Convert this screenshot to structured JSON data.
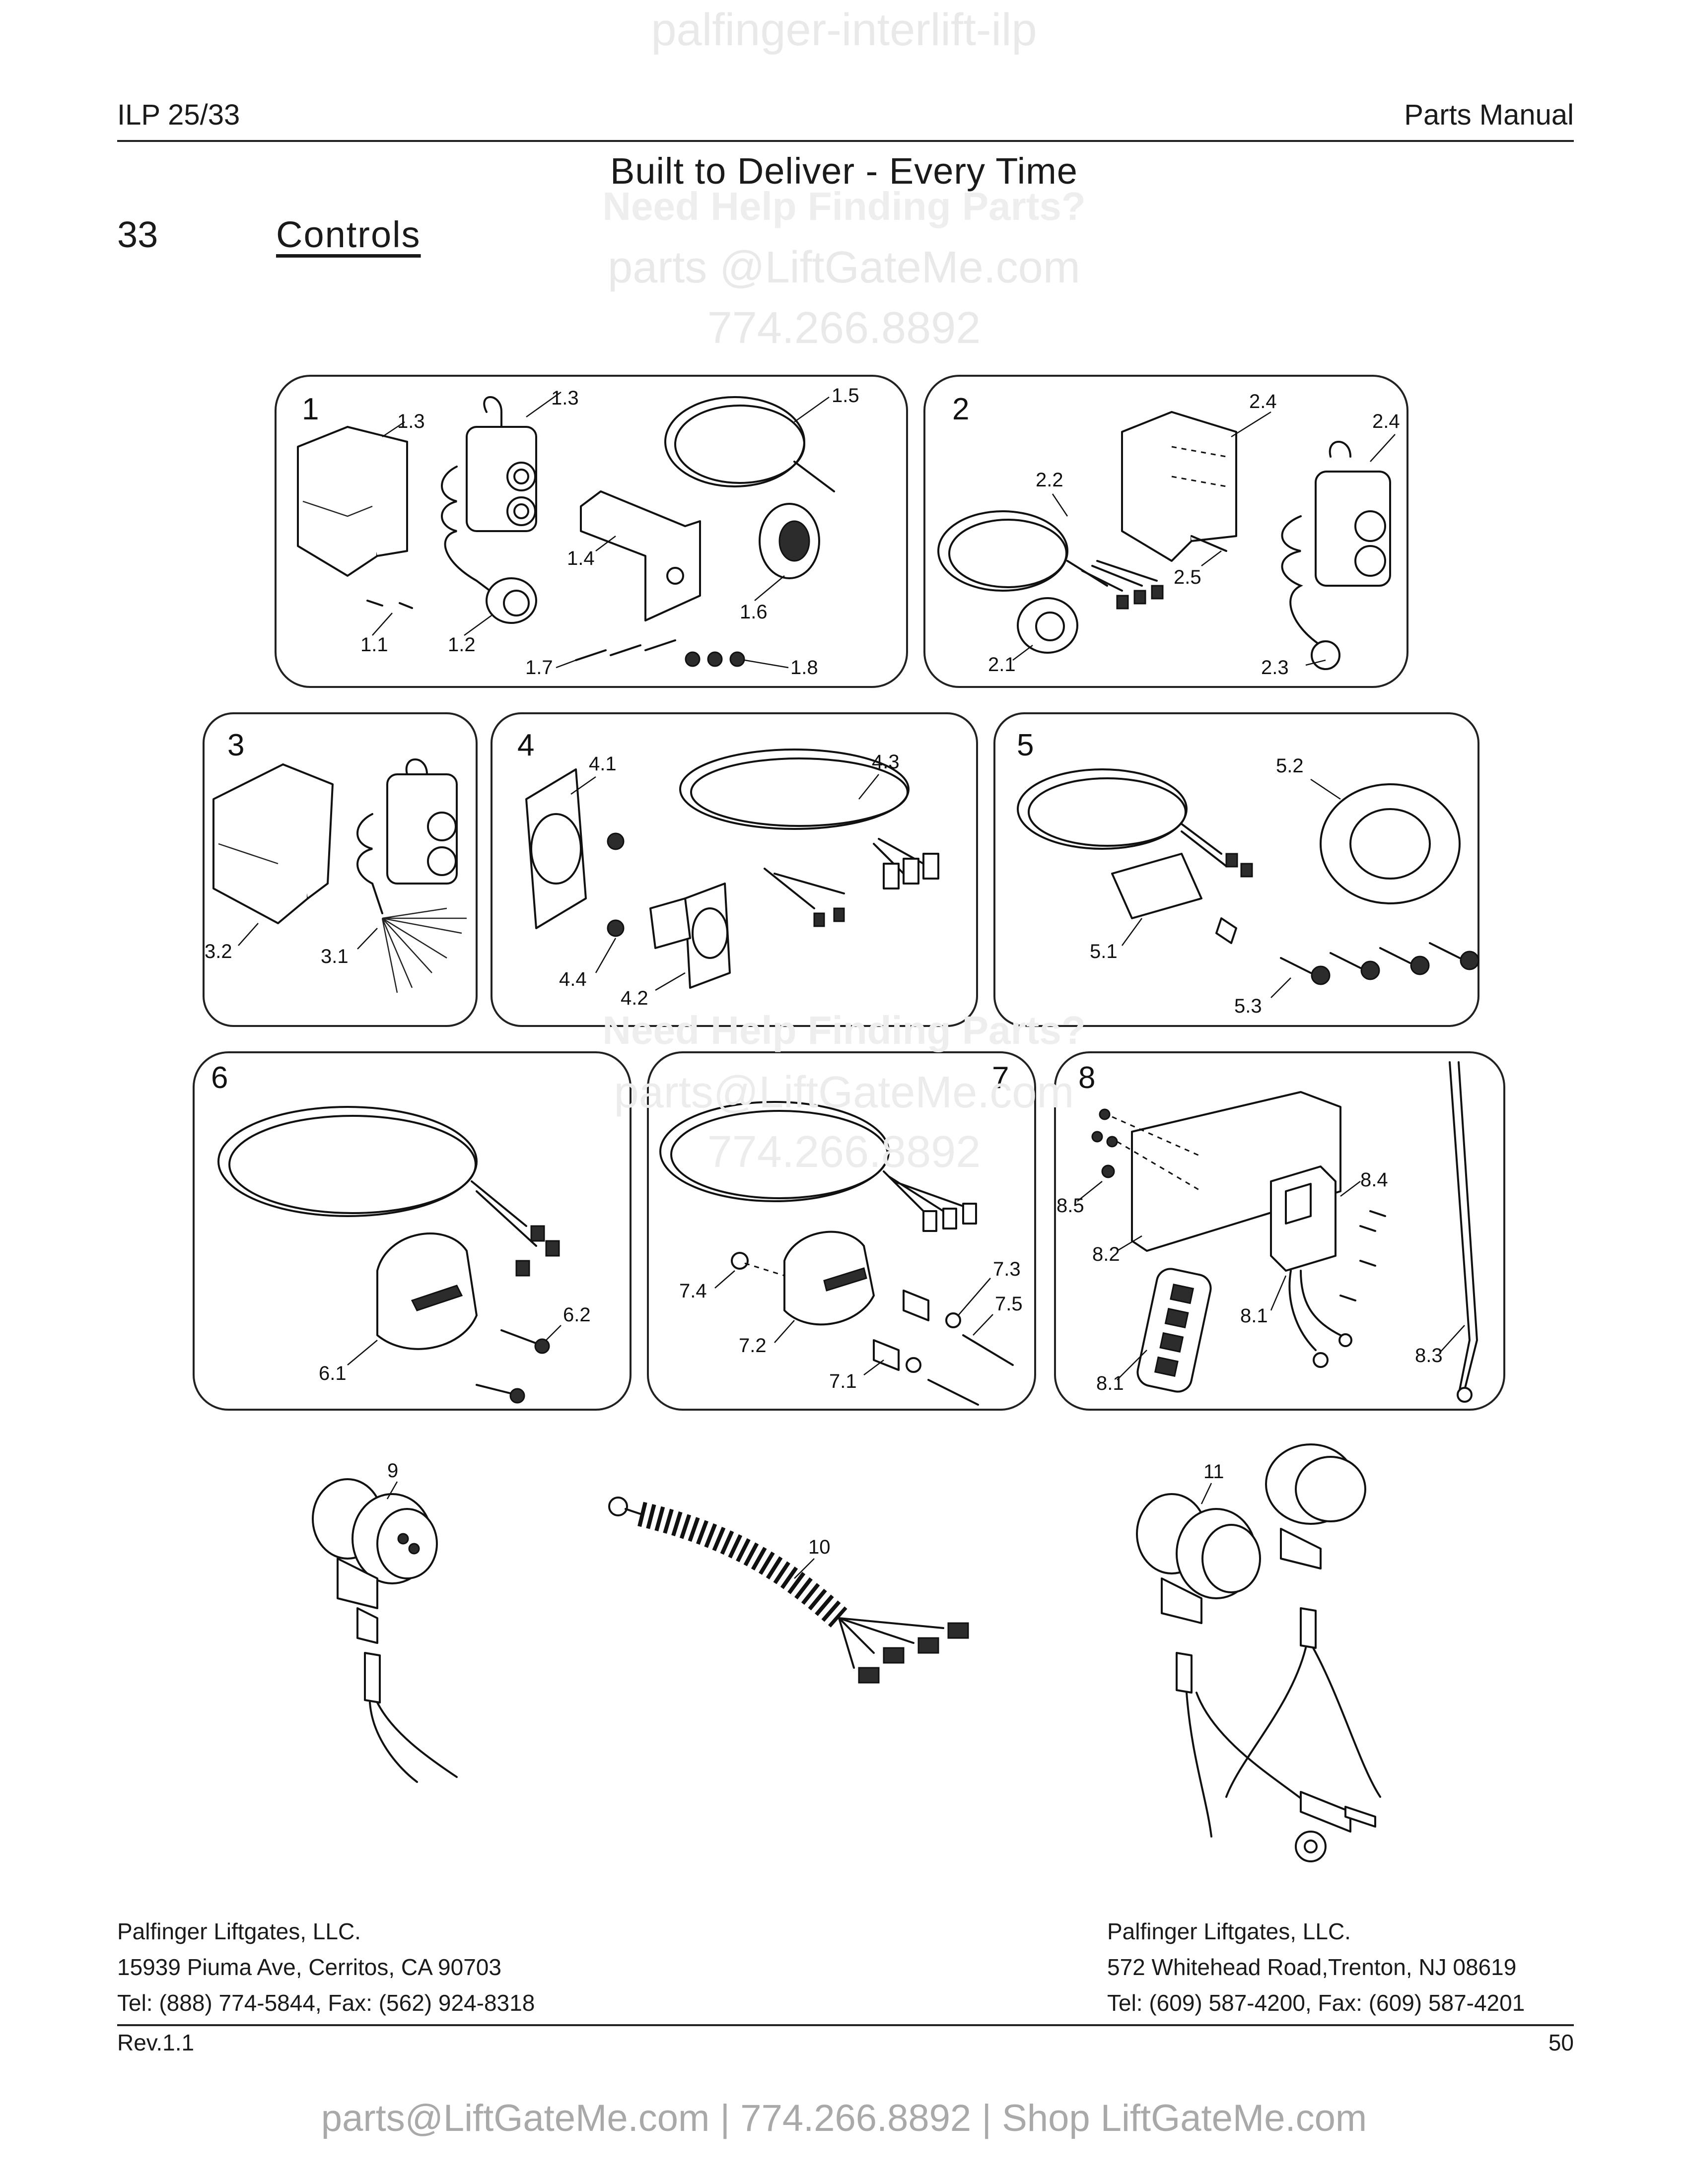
{
  "watermarks": {
    "top": "palfinger-interlift-ilp",
    "need_help": "Need Help Finding Parts?",
    "email": "parts @LiftGateMe.com",
    "phone": "774.266.8892",
    "need_help_2": "Need Help Finding Parts?",
    "email_2": "parts@LiftGateMe.com",
    "phone_2": "774.266.8892"
  },
  "header": {
    "left": "ILP 25/33",
    "right": "Parts Manual",
    "title": "Built to Deliver - Every Time"
  },
  "section": {
    "number": "33",
    "name": "Controls"
  },
  "diagram": {
    "panels": [
      {
        "number": "1",
        "callouts": [
          "1.1",
          "1.2",
          "1.3",
          "1.3",
          "1.4",
          "1.5",
          "1.6",
          "1.7",
          "1.8"
        ]
      },
      {
        "number": "2",
        "callouts": [
          "2.1",
          "2.2",
          "2.3",
          "2.4",
          "2.4",
          "2.5"
        ]
      },
      {
        "number": "3",
        "callouts": [
          "3.1",
          "3.2"
        ]
      },
      {
        "number": "4",
        "callouts": [
          "4.1",
          "4.2",
          "4.3",
          "4.4"
        ]
      },
      {
        "number": "5",
        "callouts": [
          "5.1",
          "5.2",
          "5.3"
        ]
      },
      {
        "number": "6",
        "callouts": [
          "6.1",
          "6.2"
        ]
      },
      {
        "number": "7",
        "callouts": [
          "7.1",
          "7.2",
          "7.3",
          "7.4",
          "7.5"
        ]
      },
      {
        "number": "8",
        "callouts": [
          "8.1",
          "8.1",
          "8.2",
          "8.3",
          "8.4",
          "8.5"
        ]
      }
    ],
    "loose_parts": [
      "9",
      "10",
      "11"
    ]
  },
  "footer": {
    "left": [
      "Palfinger Liftgates, LLC.",
      "15939 Piuma Ave, Cerritos, CA 90703",
      "Tel: (888) 774-5844, Fax: (562) 924-8318"
    ],
    "right": [
      "Palfinger Liftgates, LLC.",
      "572 Whitehead Road,Trenton, NJ 08619",
      "Tel: (609) 587-4200, Fax: (609) 587-4201"
    ],
    "revision": "Rev.1.1",
    "page": "50"
  },
  "banner": "parts@LiftGateMe.com | 774.266.8892 | Shop LiftGateMe.com"
}
